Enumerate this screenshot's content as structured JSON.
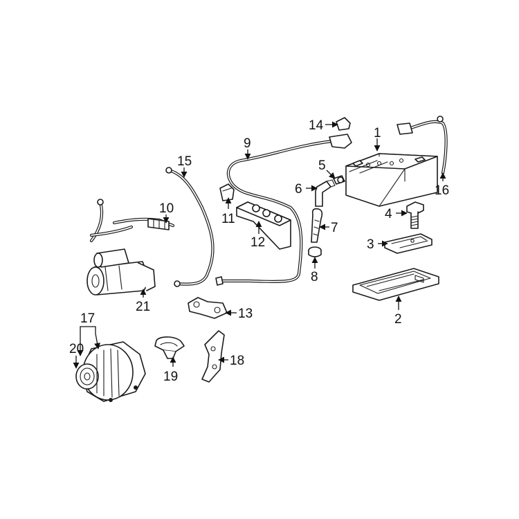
{
  "callouts": [
    {
      "id": "1",
      "text": "1"
    },
    {
      "id": "2",
      "text": "2"
    },
    {
      "id": "3",
      "text": "3"
    },
    {
      "id": "4",
      "text": "4"
    },
    {
      "id": "5",
      "text": "5"
    },
    {
      "id": "6",
      "text": "6"
    },
    {
      "id": "7",
      "text": "7"
    },
    {
      "id": "8",
      "text": "8"
    },
    {
      "id": "9",
      "text": "9"
    },
    {
      "id": "10",
      "text": "10"
    },
    {
      "id": "11",
      "text": "11"
    },
    {
      "id": "12",
      "text": "12"
    },
    {
      "id": "13",
      "text": "13"
    },
    {
      "id": "14",
      "text": "14"
    },
    {
      "id": "15",
      "text": "15"
    },
    {
      "id": "16",
      "text": "16"
    },
    {
      "id": "17",
      "text": "17"
    },
    {
      "id": "18",
      "text": "18"
    },
    {
      "id": "19",
      "text": "19"
    },
    {
      "id": "20",
      "text": "20"
    },
    {
      "id": "21",
      "text": "21"
    }
  ],
  "colors": {
    "line": "#1a1a1a",
    "background": "#ffffff"
  }
}
